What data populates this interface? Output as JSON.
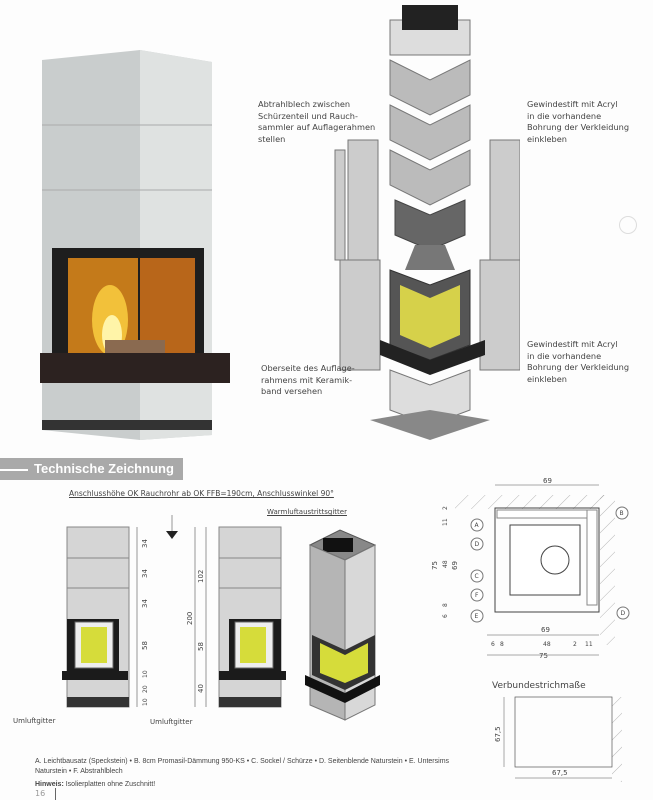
{
  "exploded_notes": {
    "top_left": "Abtrahlblech zwischen\nSchürzenteil und Rauch-\nsammler auf Auflagerahmen\nstellen",
    "top_right": "Gewindestift mit Acryl\nin die vorhandene\nBohrung der Verkleidung\neinkleben",
    "bottom_left": "Oberseite des Auflage-\nrahmens mit Keramik-\nband versehen",
    "bottom_right": "Gewindestift mit Acryl\nin die vorhandene\nBohrung der Verkleidung\neinkleben"
  },
  "section_title": "Technische Zeichnung",
  "drawing": {
    "connection_note": "Anschlusshöhe OK Rauchrohr ab OK FFB=190cm, Anschlusswinkel 90°",
    "warm_air_label": "Warmluftaustrittsgitter",
    "circ_grille_left": "Umluftgitter",
    "circ_grille_right": "Umluftgitter",
    "front_dims": [
      "34",
      "34",
      "34",
      "58",
      "10",
      "20",
      "10"
    ],
    "side_dims": {
      "total": "200",
      "upper": "102",
      "middle": "58",
      "lower": "40"
    }
  },
  "plan": {
    "top_width": "69",
    "bottom_width_inner": "69",
    "bottom_total": "75",
    "bottom_segments": [
      "6",
      "8",
      "48",
      "2",
      "11"
    ],
    "left_total": "75",
    "left_inner": "69",
    "left_segments": [
      "2",
      "11",
      "48",
      "8",
      "6"
    ],
    "markers": [
      "A",
      "B",
      "C",
      "D",
      "D",
      "E",
      "F"
    ]
  },
  "verbund": {
    "title": "Verbundestrichmaße",
    "height": "67,5",
    "width": "67,5"
  },
  "legend": {
    "line1": "A. Leichtbausatz (Speckstein)  •  B. 8cm Promasil-Dämmung 950-KS  •  C. Sockel / Schürze  •  D. Seitenblende Naturstein  •  E. Untersims Naturstein  •  F. Abstrahlblech",
    "hint_label": "Hinweis:",
    "hint_text": " Isolierplatten ohne Zuschnitt!"
  },
  "page_number": "16"
}
